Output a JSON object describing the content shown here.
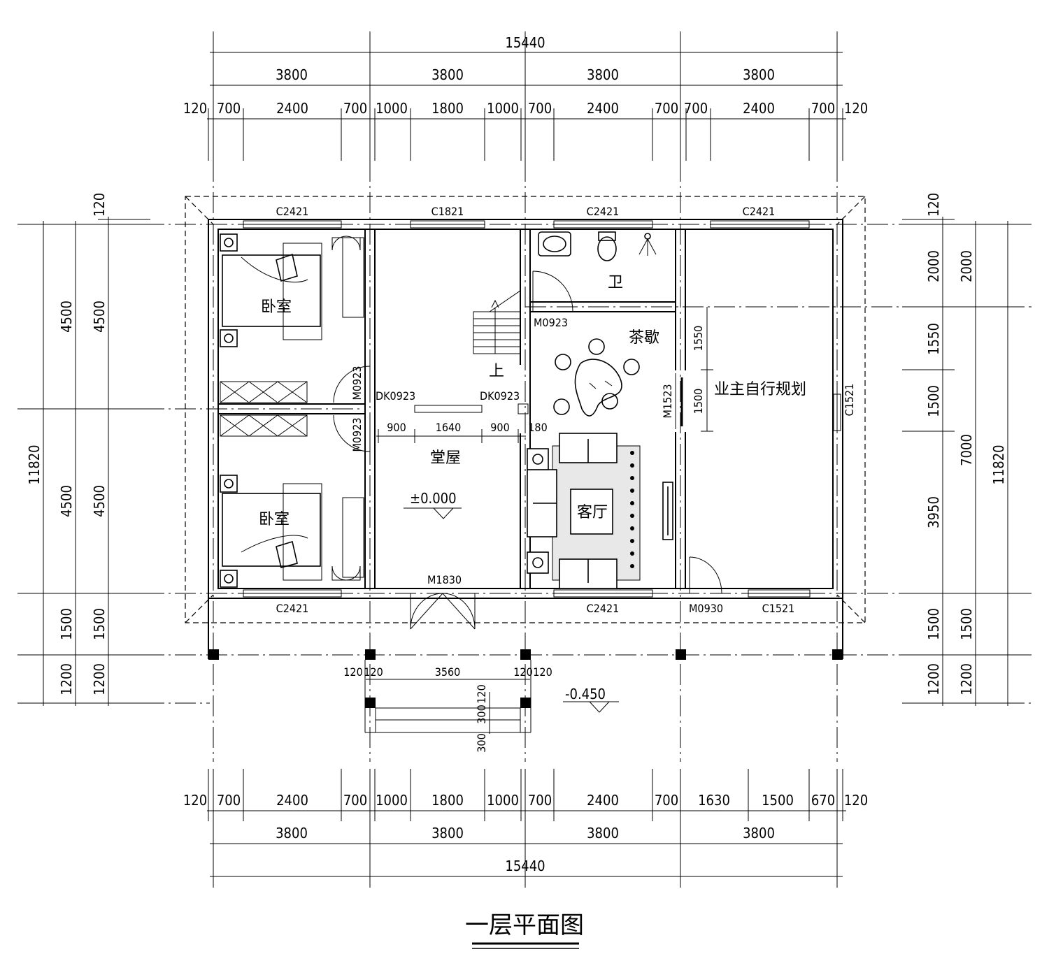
{
  "title": "一层平面图",
  "dims_top_total": "15440",
  "dims_top_bays": [
    "3800",
    "3800",
    "3800",
    "3800"
  ],
  "dims_top_detail": [
    "120",
    "700",
    "2400",
    "700",
    "1000",
    "1800",
    "1000",
    "700",
    "2400",
    "700",
    "700",
    "2400",
    "700",
    "120"
  ],
  "dims_bottom_detail": [
    "120",
    "700",
    "2400",
    "700",
    "1000",
    "1800",
    "1000",
    "700",
    "2400",
    "700",
    "1630",
    "1500",
    "670",
    "120"
  ],
  "dims_bottom_bays": [
    "3800",
    "3800",
    "3800",
    "3800"
  ],
  "dims_bottom_total": "15440",
  "dims_left_outer": [
    "4500",
    "4500",
    "1500",
    "1200"
  ],
  "dims_left_inner": [
    "120",
    "4500",
    "4500",
    "1500",
    "1200"
  ],
  "dims_left_total": "11820",
  "dims_right_inner": [
    "120",
    "2000",
    "1550",
    "1500",
    "3950",
    "1500",
    "1200"
  ],
  "dims_right_mid": [
    "2000",
    "7000",
    "1500",
    "1200"
  ],
  "dims_right_total": "11820",
  "dims_hall": [
    "900",
    "1640",
    "900",
    "180"
  ],
  "dims_steps": [
    "120",
    "120",
    "3560",
    "120",
    "120"
  ],
  "dims_steps_vertical": [
    "120",
    "300",
    "300"
  ],
  "rooms": {
    "bedroom_top": "卧室",
    "bedroom_bottom": "卧室",
    "hall": "堂屋",
    "bath": "卫",
    "tea": "茶歇",
    "living": "客厅",
    "owner": "业主自行规划",
    "stair_up": "上"
  },
  "labels": {
    "w_top_1": "C2421",
    "w_top_2": "C1821",
    "w_top_3": "C2421",
    "w_top_4": "C2421",
    "w_bot_1": "C2421",
    "w_bot_3": "C2421",
    "w_bot_4": "C1521",
    "w_right": "C1521",
    "d_m0923_bath": "M0923",
    "d_m0923_bed1": "M0923",
    "d_m0923_bed2": "M0923",
    "d_dk_left": "DK0923",
    "d_dk_right": "DK0923",
    "d_m1523": "M1523",
    "d_m1830": "M1830",
    "d_m0930": "M0930",
    "elev_in": "±0.000",
    "elev_out": "-0.450"
  }
}
